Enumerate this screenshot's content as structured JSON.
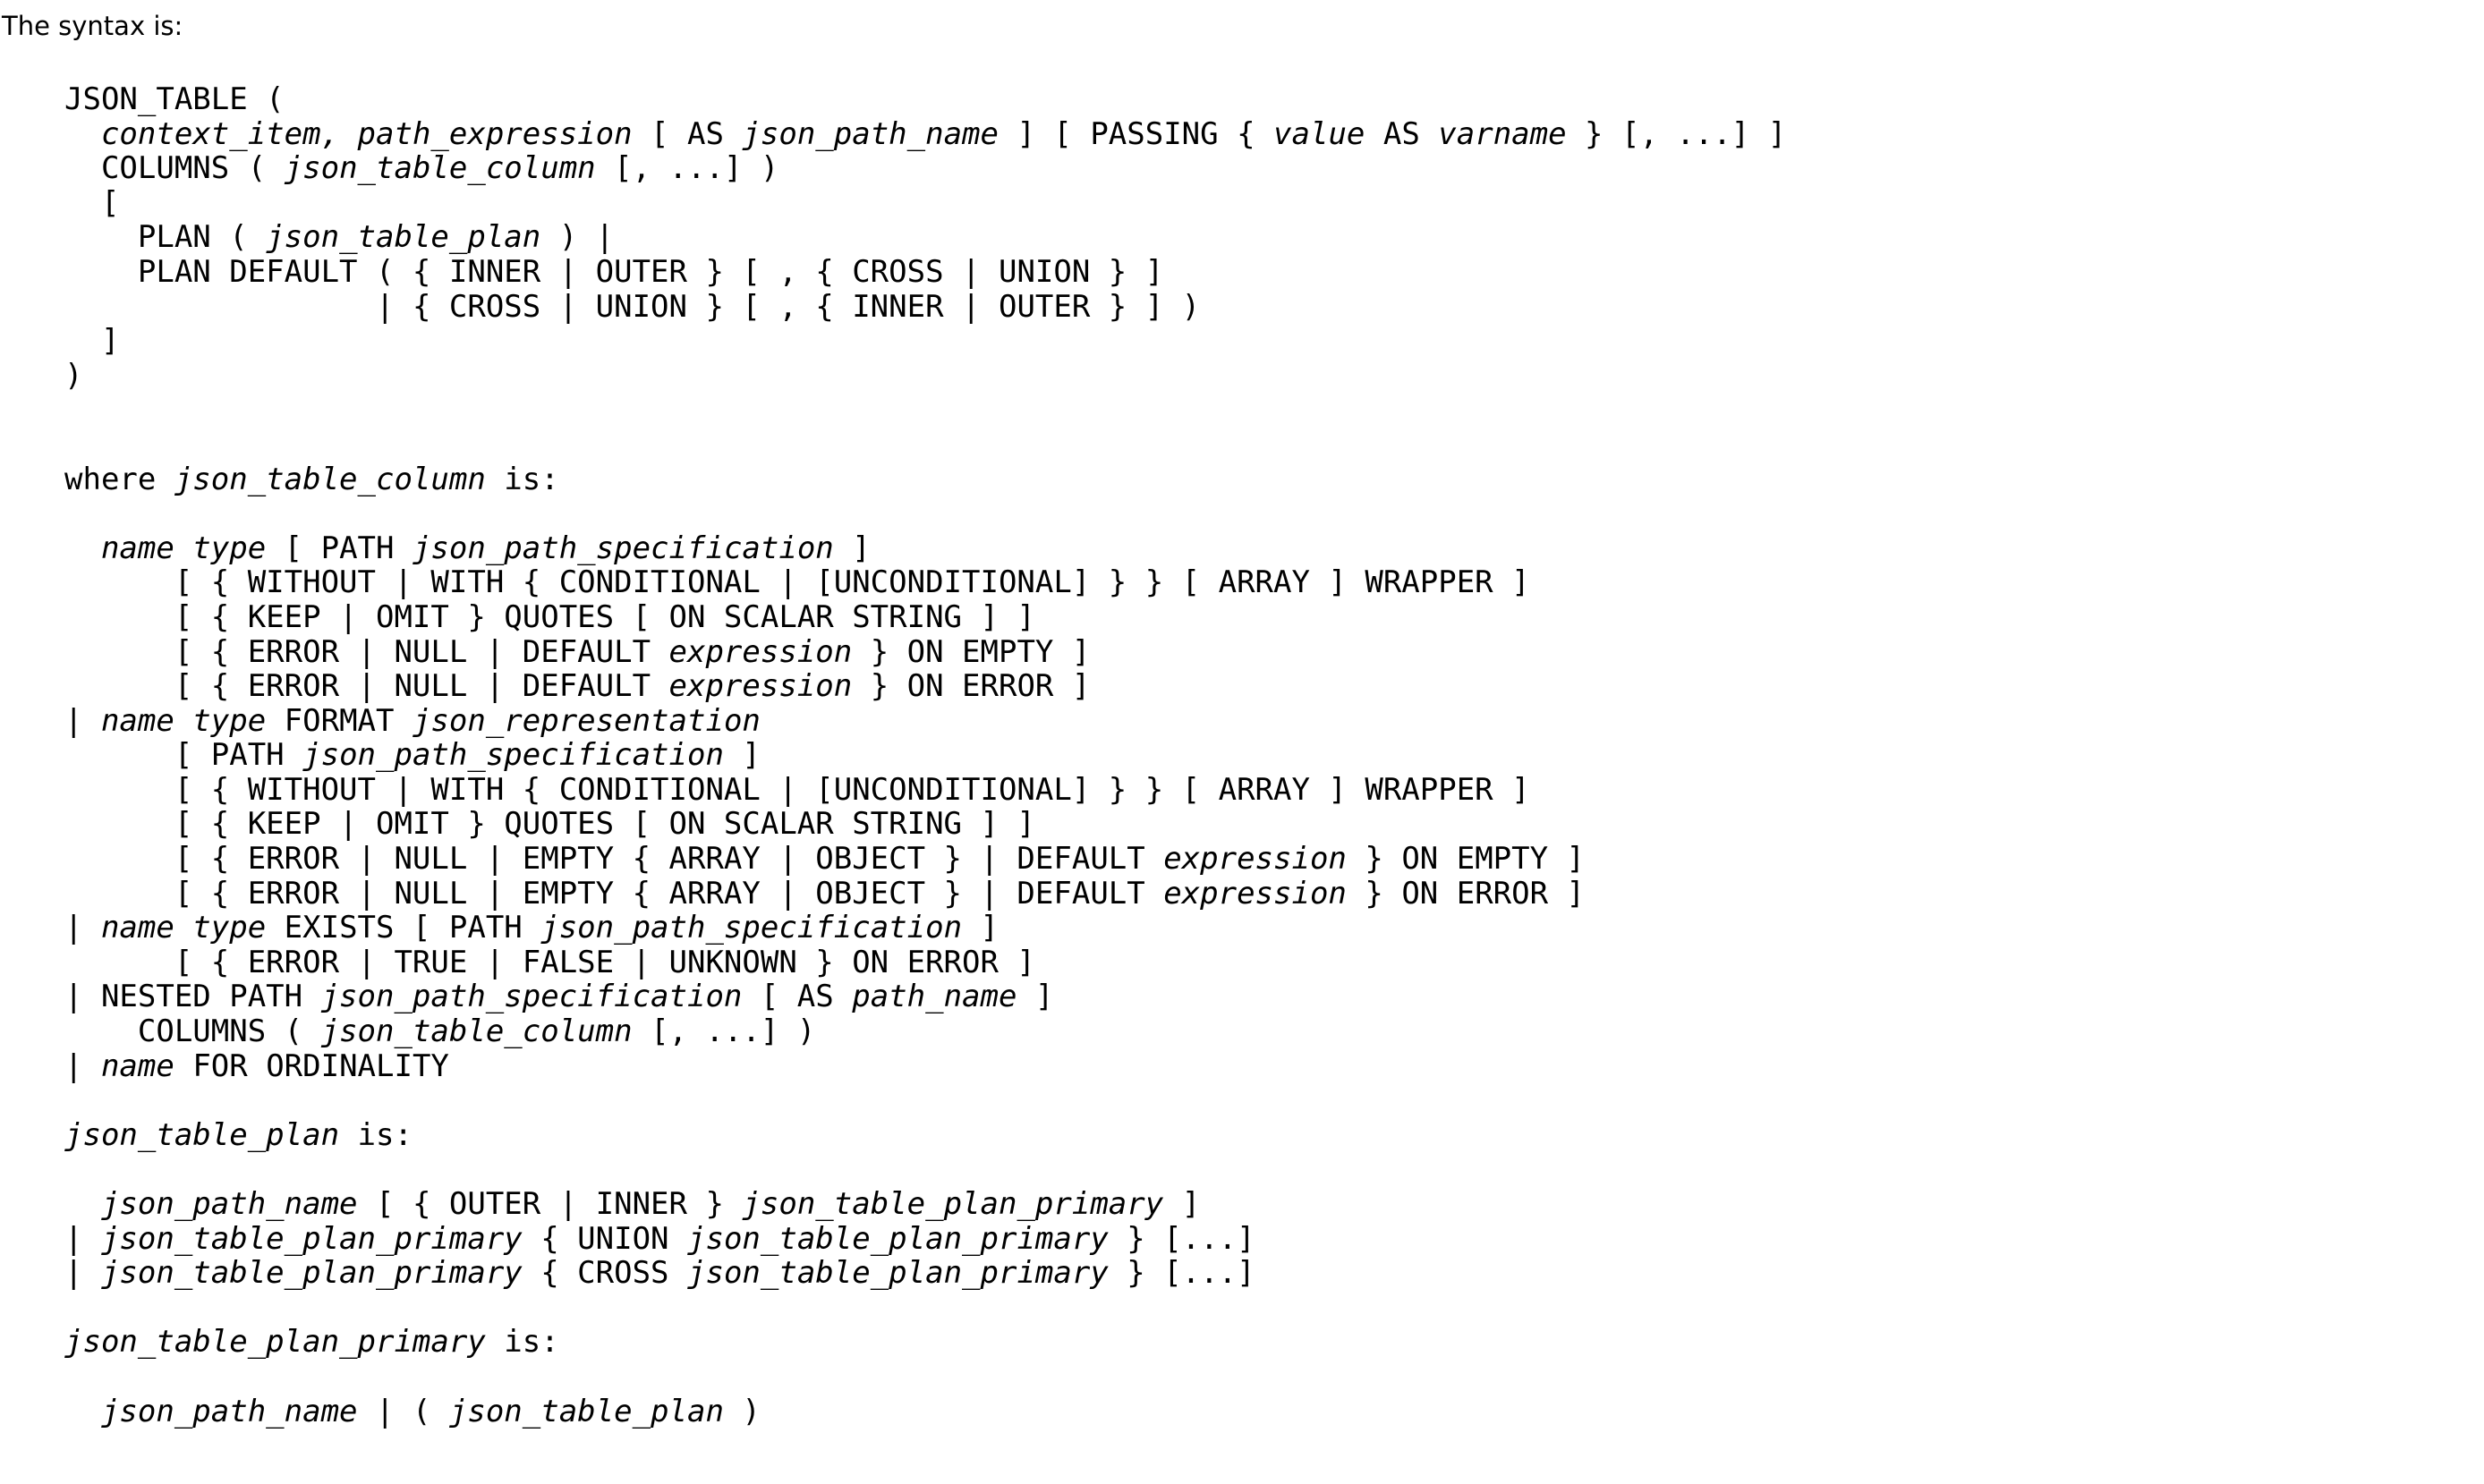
{
  "intro": {
    "text": "The syntax is:"
  },
  "code": {
    "language": "sql-syntax-grammar",
    "lines": [
      {
        "id": "json-table-open",
        "indent": 0,
        "segments": [
          {
            "t": "JSON_TABLE (",
            "style": "kw"
          }
        ]
      },
      {
        "id": "context-item-line",
        "indent": 2,
        "segments": [
          {
            "t": "context_item, path_expression",
            "style": "var"
          },
          {
            "t": " [ AS ",
            "style": "kw"
          },
          {
            "t": "json_path_name",
            "style": "var"
          },
          {
            "t": " ] [ PASSING { ",
            "style": "kw"
          },
          {
            "t": "value",
            "style": "var"
          },
          {
            "t": " AS ",
            "style": "kw"
          },
          {
            "t": "varname",
            "style": "var"
          },
          {
            "t": " } [, ...] ]",
            "style": "kw"
          }
        ]
      },
      {
        "id": "columns-line",
        "indent": 2,
        "segments": [
          {
            "t": "COLUMNS ( ",
            "style": "kw"
          },
          {
            "t": "json_table_column",
            "style": "var"
          },
          {
            "t": " [, ...] )",
            "style": "kw"
          }
        ]
      },
      {
        "id": "optional-open-bracket",
        "indent": 2,
        "segments": [
          {
            "t": "[",
            "style": "kw"
          }
        ]
      },
      {
        "id": "plan-line",
        "indent": 4,
        "segments": [
          {
            "t": "PLAN ( ",
            "style": "kw"
          },
          {
            "t": "json_table_plan",
            "style": "var"
          },
          {
            "t": " ) |",
            "style": "kw"
          }
        ]
      },
      {
        "id": "plan-default-line-1",
        "indent": 4,
        "segments": [
          {
            "t": "PLAN DEFAULT ( { INNER | OUTER } [ , { CROSS | UNION } ]",
            "style": "kw"
          }
        ]
      },
      {
        "id": "plan-default-line-2",
        "indent": 17,
        "segments": [
          {
            "t": "| { CROSS | UNION } [ , { INNER | OUTER } ] )",
            "style": "kw"
          }
        ]
      },
      {
        "id": "optional-close-bracket",
        "indent": 2,
        "segments": [
          {
            "t": "]",
            "style": "kw"
          }
        ]
      },
      {
        "id": "json-table-close",
        "indent": 0,
        "segments": [
          {
            "t": ")",
            "style": "kw"
          }
        ]
      },
      {
        "id": "spacer-1",
        "indent": 0,
        "blank": true,
        "segments": []
      },
      {
        "id": "spacer-2",
        "indent": 0,
        "blank": true,
        "segments": []
      },
      {
        "id": "where-json-table-column",
        "indent": 0,
        "segments": [
          {
            "t": "where ",
            "style": "kw"
          },
          {
            "t": "json_table_column",
            "style": "var"
          },
          {
            "t": " is:",
            "style": "kw"
          }
        ]
      },
      {
        "id": "spacer-3",
        "indent": 0,
        "blank": true,
        "segments": []
      },
      {
        "id": "col-name-type-path",
        "indent": 2,
        "segments": [
          {
            "t": "name type",
            "style": "var"
          },
          {
            "t": " [ PATH ",
            "style": "kw"
          },
          {
            "t": "json_path_specification",
            "style": "var"
          },
          {
            "t": " ]",
            "style": "kw"
          }
        ]
      },
      {
        "id": "col-wrapper-1",
        "indent": 6,
        "segments": [
          {
            "t": "[ { WITHOUT | WITH { CONDITIONAL | [UNCONDITIONAL] } } [ ARRAY ] WRAPPER ]",
            "style": "kw"
          }
        ]
      },
      {
        "id": "col-quotes-1",
        "indent": 6,
        "segments": [
          {
            "t": "[ { KEEP | OMIT } QUOTES [ ON SCALAR STRING ] ]",
            "style": "kw"
          }
        ]
      },
      {
        "id": "col-on-empty-1",
        "indent": 6,
        "segments": [
          {
            "t": "[ { ERROR | NULL | DEFAULT ",
            "style": "kw"
          },
          {
            "t": "expression",
            "style": "var"
          },
          {
            "t": " } ON EMPTY ]",
            "style": "kw"
          }
        ]
      },
      {
        "id": "col-on-error-1",
        "indent": 6,
        "segments": [
          {
            "t": "[ { ERROR | NULL | DEFAULT ",
            "style": "kw"
          },
          {
            "t": "expression",
            "style": "var"
          },
          {
            "t": " } ON ERROR ]",
            "style": "kw"
          }
        ]
      },
      {
        "id": "col-name-type-format",
        "indent": 0,
        "segments": [
          {
            "t": "| ",
            "style": "kw"
          },
          {
            "t": "name type",
            "style": "var"
          },
          {
            "t": " FORMAT ",
            "style": "kw"
          },
          {
            "t": "json_representation",
            "style": "var"
          }
        ]
      },
      {
        "id": "col-path-2",
        "indent": 6,
        "segments": [
          {
            "t": "[ PATH ",
            "style": "kw"
          },
          {
            "t": "json_path_specification",
            "style": "var"
          },
          {
            "t": " ]",
            "style": "kw"
          }
        ]
      },
      {
        "id": "col-wrapper-2",
        "indent": 6,
        "segments": [
          {
            "t": "[ { WITHOUT | WITH { CONDITIONAL | [UNCONDITIONAL] } } [ ARRAY ] WRAPPER ]",
            "style": "kw"
          }
        ]
      },
      {
        "id": "col-quotes-2",
        "indent": 6,
        "segments": [
          {
            "t": "[ { KEEP | OMIT } QUOTES [ ON SCALAR STRING ] ]",
            "style": "kw"
          }
        ]
      },
      {
        "id": "col-on-empty-2",
        "indent": 6,
        "segments": [
          {
            "t": "[ { ERROR | NULL | EMPTY { ARRAY | OBJECT } | DEFAULT ",
            "style": "kw"
          },
          {
            "t": "expression",
            "style": "var"
          },
          {
            "t": " } ON EMPTY ]",
            "style": "kw"
          }
        ]
      },
      {
        "id": "col-on-error-2",
        "indent": 6,
        "segments": [
          {
            "t": "[ { ERROR | NULL | EMPTY { ARRAY | OBJECT } | DEFAULT ",
            "style": "kw"
          },
          {
            "t": "expression",
            "style": "var"
          },
          {
            "t": " } ON ERROR ]",
            "style": "kw"
          }
        ]
      },
      {
        "id": "col-exists",
        "indent": 0,
        "segments": [
          {
            "t": "| ",
            "style": "kw"
          },
          {
            "t": "name type",
            "style": "var"
          },
          {
            "t": " EXISTS [ PATH ",
            "style": "kw"
          },
          {
            "t": "json_path_specification",
            "style": "var"
          },
          {
            "t": " ]",
            "style": "kw"
          }
        ]
      },
      {
        "id": "col-exists-on-error",
        "indent": 6,
        "segments": [
          {
            "t": "[ { ERROR | TRUE | FALSE | UNKNOWN } ON ERROR ]",
            "style": "kw"
          }
        ]
      },
      {
        "id": "col-nested-path",
        "indent": 0,
        "segments": [
          {
            "t": "| NESTED PATH ",
            "style": "kw"
          },
          {
            "t": "json_path_specification",
            "style": "var"
          },
          {
            "t": " [ AS ",
            "style": "kw"
          },
          {
            "t": "path_name",
            "style": "var"
          },
          {
            "t": " ]",
            "style": "kw"
          }
        ]
      },
      {
        "id": "col-nested-columns",
        "indent": 4,
        "segments": [
          {
            "t": "COLUMNS ( ",
            "style": "kw"
          },
          {
            "t": "json_table_column",
            "style": "var"
          },
          {
            "t": " [, ...] )",
            "style": "kw"
          }
        ]
      },
      {
        "id": "col-for-ordinality",
        "indent": 0,
        "segments": [
          {
            "t": "| ",
            "style": "kw"
          },
          {
            "t": "name",
            "style": "var"
          },
          {
            "t": " FOR ORDINALITY",
            "style": "kw"
          }
        ]
      },
      {
        "id": "spacer-4",
        "indent": 0,
        "blank": true,
        "segments": []
      },
      {
        "id": "json-table-plan-is",
        "indent": 0,
        "segments": [
          {
            "t": "json_table_plan",
            "style": "var"
          },
          {
            "t": " is:",
            "style": "kw"
          }
        ]
      },
      {
        "id": "spacer-5",
        "indent": 0,
        "blank": true,
        "segments": []
      },
      {
        "id": "plan-alt-1",
        "indent": 2,
        "segments": [
          {
            "t": "json_path_name",
            "style": "var"
          },
          {
            "t": " [ { OUTER | INNER } ",
            "style": "kw"
          },
          {
            "t": "json_table_plan_primary",
            "style": "var"
          },
          {
            "t": " ]",
            "style": "kw"
          }
        ]
      },
      {
        "id": "plan-alt-2",
        "indent": 0,
        "segments": [
          {
            "t": "| ",
            "style": "kw"
          },
          {
            "t": "json_table_plan_primary",
            "style": "var"
          },
          {
            "t": " { UNION ",
            "style": "kw"
          },
          {
            "t": "json_table_plan_primary",
            "style": "var"
          },
          {
            "t": " } [...]",
            "style": "kw"
          }
        ]
      },
      {
        "id": "plan-alt-3",
        "indent": 0,
        "segments": [
          {
            "t": "| ",
            "style": "kw"
          },
          {
            "t": "json_table_plan_primary",
            "style": "var"
          },
          {
            "t": " { CROSS ",
            "style": "kw"
          },
          {
            "t": "json_table_plan_primary",
            "style": "var"
          },
          {
            "t": " } [...]",
            "style": "kw"
          }
        ]
      },
      {
        "id": "spacer-6",
        "indent": 0,
        "blank": true,
        "segments": []
      },
      {
        "id": "json-table-plan-primary-is",
        "indent": 0,
        "segments": [
          {
            "t": "json_table_plan_primary",
            "style": "var"
          },
          {
            "t": " is:",
            "style": "kw"
          }
        ]
      },
      {
        "id": "spacer-7",
        "indent": 0,
        "blank": true,
        "segments": []
      },
      {
        "id": "plan-primary-alt",
        "indent": 2,
        "segments": [
          {
            "t": "json_path_name",
            "style": "var"
          },
          {
            "t": " | ( ",
            "style": "kw"
          },
          {
            "t": "json_table_plan",
            "style": "var"
          },
          {
            "t": " )",
            "style": "kw"
          }
        ]
      }
    ]
  },
  "colors": {
    "background": "#ffffff",
    "text": "#000000"
  }
}
